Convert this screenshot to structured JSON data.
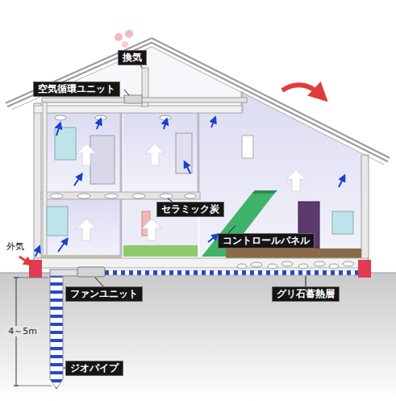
{
  "diagram": {
    "nodes": [
      {
        "text": [
          "換気"
        ]
      },
      {
        "text": [
          "空気循環ユニット"
        ]
      },
      {
        "text": [
          "セラミック炭"
        ]
      },
      {
        "text": [
          "コントロールパネル"
        ]
      },
      {
        "text": [
          "ファンユニット"
        ]
      },
      {
        "text": [
          "グリ石蓄熱層"
        ]
      },
      {
        "text": [
          "ジオパイプ"
        ]
      }
    ],
    "labels": [
      "外気",
      "4～5m"
    ]
  }
}
